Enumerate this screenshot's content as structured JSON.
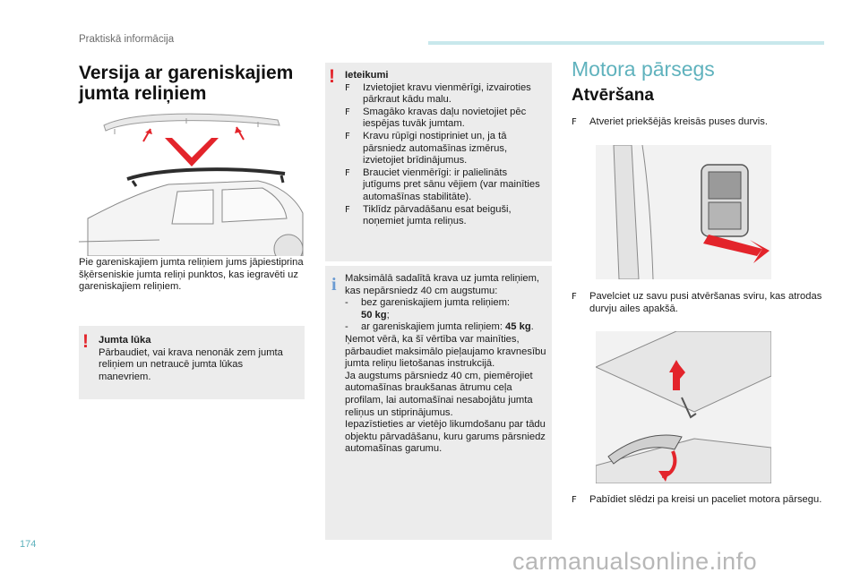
{
  "header": {
    "section": "Praktiskā informācija"
  },
  "page_number": "174",
  "watermark": "carmanualsonline.info",
  "left": {
    "title": "Versija ar gareniskajiem jumta reliņiem",
    "caption": "Pie gareniskajiem jumta reliņiem jums jāpiestiprina šķērseniskie jumta reliņi punktos, kas iegravēti uz gareniskajiem reliņiem.",
    "warning": {
      "title": "Jumta lūka",
      "text": "Pārbaudiet, vai krava nenonāk zem jumta reliņiem un netraucē jumta lūkas manevriem."
    }
  },
  "middle": {
    "recommendations": {
      "title": "Ieteikumi",
      "items": [
        "Izvietojiet kravu vienmērīgi, izvairoties pārkraut kādu malu.",
        "Smagāko kravas daļu novietojiet pēc iespējas tuvāk jumtam.",
        "Kravu rūpīgi nostipriniet un, ja tā pārsniedz automašīnas izmērus, izvietojiet brīdinājumus.",
        "Brauciet vienmērīgi: ir palielināts jutīgums pret sānu vējiem (var mainīties automašīnas stabilitāte).",
        "Tiklīdz pārvadāšanu esat beiguši, noņemiet jumta reliņus."
      ]
    },
    "info": {
      "intro": "Maksimālā sadalītā krava uz jumta reliņiem, kas nepārsniedz 40 cm augstumu:",
      "dash1_text": "bez gareniskajiem jumta reliņiem:",
      "dash1_value": "50 kg",
      "dash1_end": ";",
      "dash2_text": "ar gareniskajiem jumta reliņiem: ",
      "dash2_value": "45 kg",
      "dash2_end": ".",
      "para1": "Ņemot vērā, ka šī vērtība var mainīties, pārbaudiet maksimālo pieļaujamo kravnesību jumta reliņu lietošanas instrukcijā.",
      "para2": "Ja augstums pārsniedz 40 cm, piemērojiet automašīnas braukšanas ātrumu ceļa profilam, lai automašīnai nesabojātu jumta reliņus un stiprinājumus.",
      "para3": "Iepazīstieties ar vietējo likumdošanu par tādu objektu pārvadāšanu, kuru garums pārsniedz automašīnas garumu."
    }
  },
  "right": {
    "section_title": "Motora pārsegs",
    "subsection_title": "Atvēršana",
    "step1": "Atveriet priekšējās kreisās puses durvis.",
    "step2": "Pavelciet uz savu pusi atvēršanas sviru, kas atrodas durvju ailes apakšā.",
    "step3": "Pabīdiet slēdzi pa kreisi un paceliet motora pārsegu."
  },
  "symbols": {
    "bullet": "F",
    "warning": "!",
    "info": "i",
    "dash": "-"
  },
  "colors": {
    "accent": "#5fb2bd",
    "warning": "#e3242b",
    "info": "#6b9bd2",
    "box": "#ececec",
    "arrow": "#e3242b"
  }
}
